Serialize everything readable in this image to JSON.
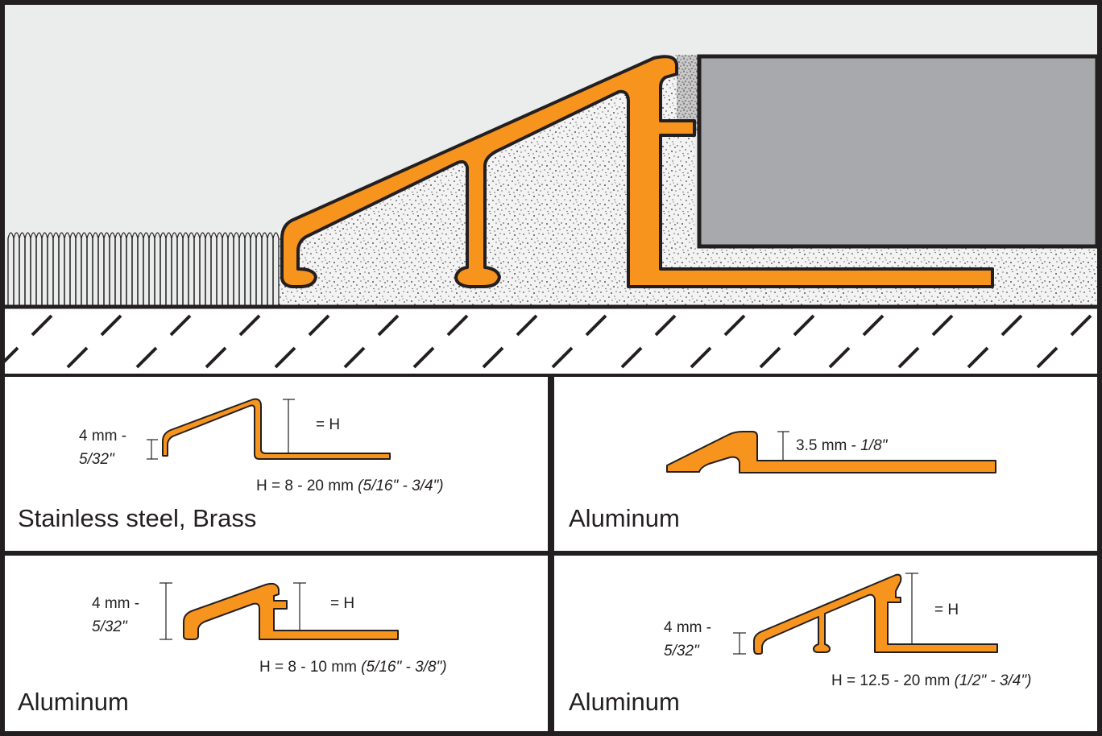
{
  "colors": {
    "profile_fill": "#f7941d",
    "outline": "#231f20",
    "tile": "#a7a9ac",
    "wall": "#ebecec",
    "mortar": "#f2f2f2",
    "background": "#ffffff"
  },
  "panels": [
    {
      "material": "Stainless steel, Brass",
      "lip_value": "4 mm -",
      "lip_imperial": "5/32\"",
      "height_symbol": "= H",
      "range_text": "H = 8 - 20 mm ",
      "range_imperial": "(5/16\" - 3/4\")"
    },
    {
      "material": "Aluminum",
      "height_value": "3.5 mm - ",
      "height_imperial": "1/8\""
    },
    {
      "material": "Aluminum",
      "lip_value": "4 mm -",
      "lip_imperial": "5/32\"",
      "height_symbol": "= H",
      "range_text": "H = 8 - 10 mm ",
      "range_imperial": "(5/16\" - 3/8\")"
    },
    {
      "material": "Aluminum",
      "lip_value": "4 mm -",
      "lip_imperial": "5/32\"",
      "height_symbol": "= H",
      "range_text": "H = 12.5 - 20 mm ",
      "range_imperial": "(1/2\" - 3/4\")"
    }
  ]
}
